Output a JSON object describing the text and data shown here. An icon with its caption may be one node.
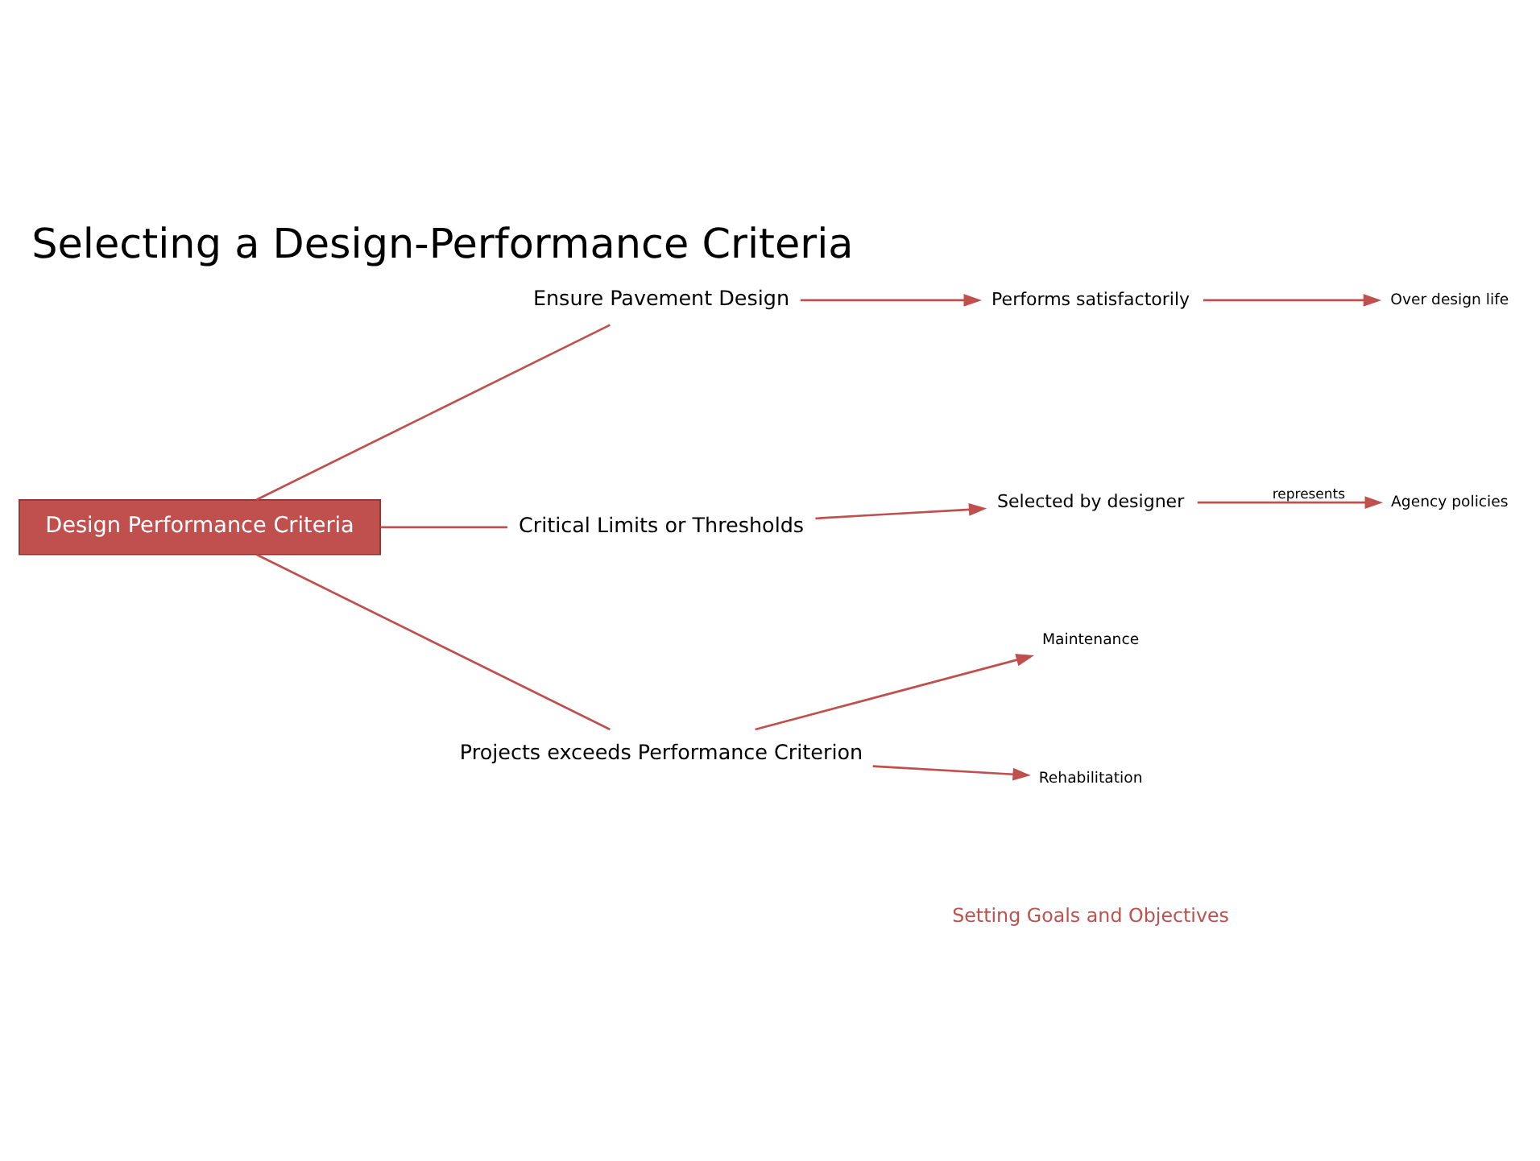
{
  "diagram": {
    "title": "Selecting a Design-Performance Criteria",
    "nodes": [
      {
        "text": [
          "Design Performance Criteria"
        ]
      },
      {
        "text": [
          "Ensure Pavement Design"
        ]
      },
      {
        "text": [
          "Performs satisfactorily"
        ]
      },
      {
        "text": [
          "Over design life"
        ]
      },
      {
        "text": [
          "Critical Limits or Thresholds"
        ]
      },
      {
        "text": [
          "Selected by designer"
        ]
      },
      {
        "text": [
          "Agency policies"
        ]
      },
      {
        "text": [
          "Projects exceeds Performance Criterion"
        ]
      },
      {
        "text": [
          "Maintenance"
        ]
      },
      {
        "text": [
          "Rehabilitation"
        ]
      }
    ],
    "edges": [
      {
        "from": 0,
        "to": 1,
        "arrow": "none"
      },
      {
        "from": 0,
        "to": 4,
        "arrow": "none"
      },
      {
        "from": 0,
        "to": 7,
        "arrow": "none"
      },
      {
        "from": 1,
        "to": 2,
        "arrow": "to"
      },
      {
        "from": 2,
        "to": 3,
        "arrow": "to"
      },
      {
        "from": 4,
        "to": 5,
        "arrow": "to"
      },
      {
        "from": 5,
        "to": 6,
        "arrow": "to",
        "label": "represents"
      },
      {
        "from": 7,
        "to": 8,
        "arrow": "to"
      },
      {
        "from": 7,
        "to": 9,
        "arrow": "to"
      }
    ],
    "labels": [
      "Setting Goals and Objectives"
    ]
  }
}
